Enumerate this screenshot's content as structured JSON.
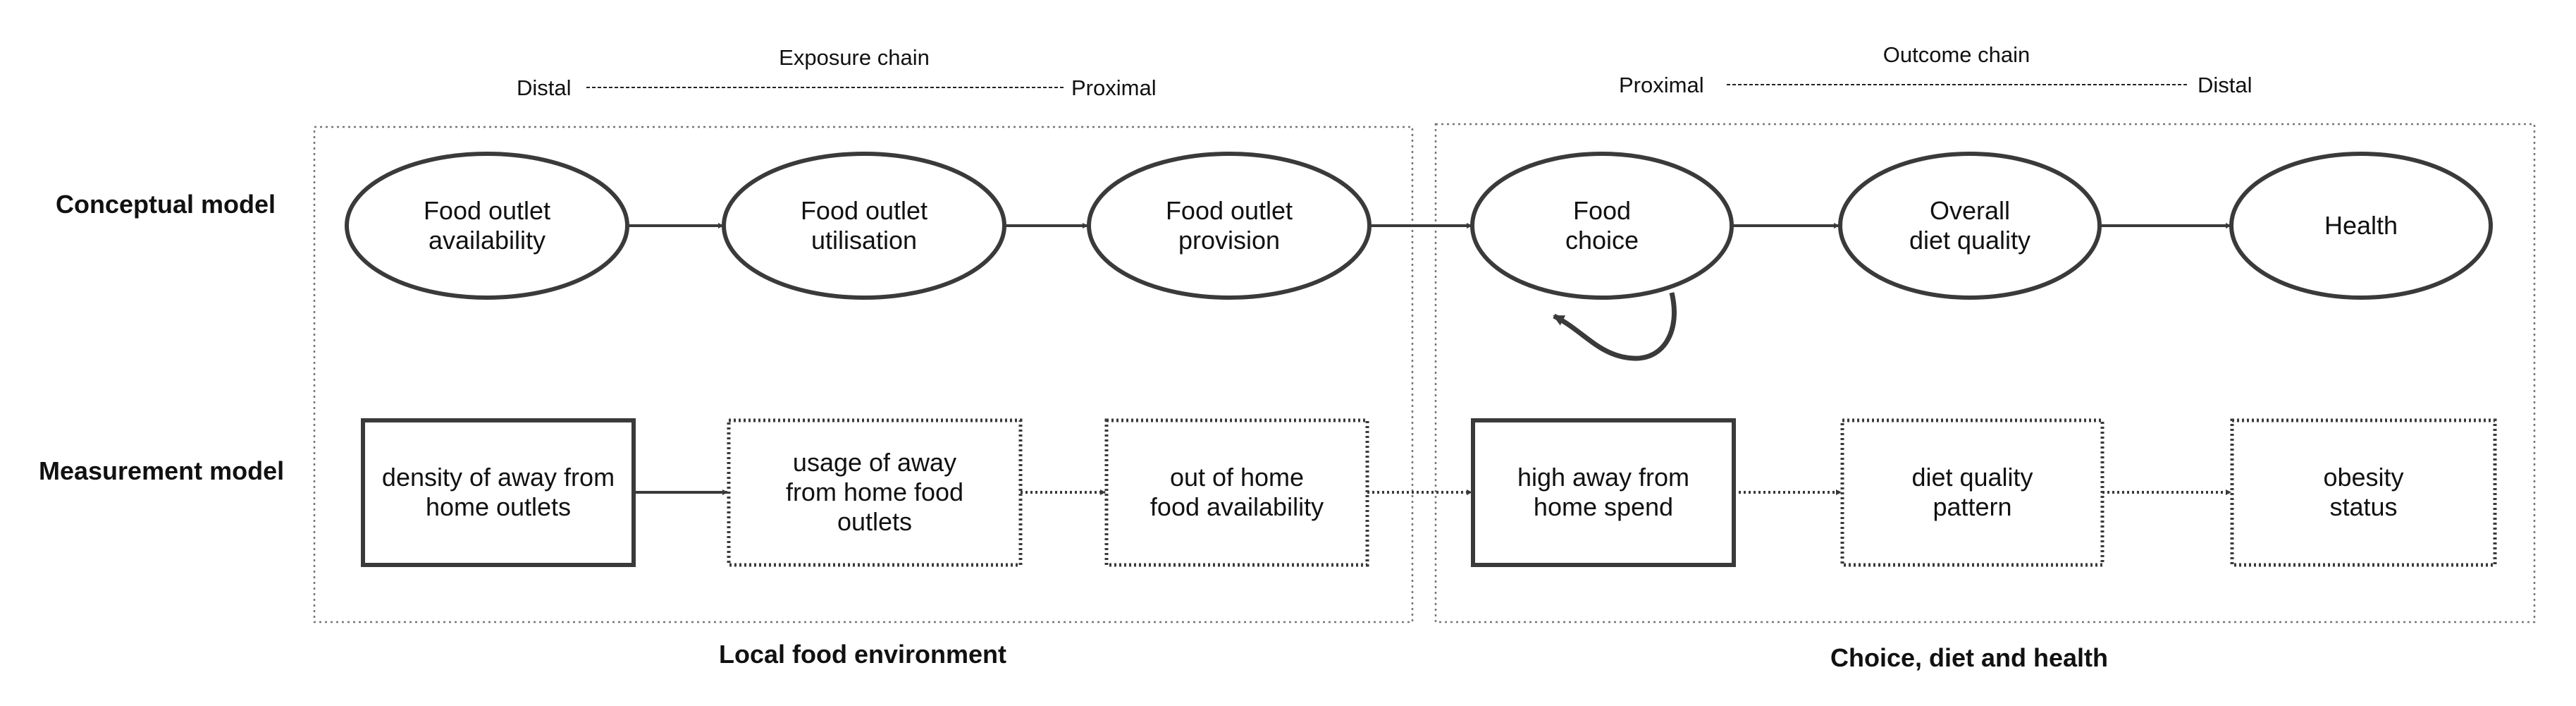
{
  "exposure_chain": {
    "title": "Exposure chain",
    "left": "Distal",
    "right": "Proximal"
  },
  "outcome_chain": {
    "title": "Outcome chain",
    "left": "Proximal",
    "right": "Distal"
  },
  "row_labels": {
    "conceptual": "Conceptual model",
    "measurement": "Measurement model"
  },
  "conceptual": [
    {
      "lines": [
        "Food outlet",
        "availability"
      ]
    },
    {
      "lines": [
        "Food outlet",
        "utilisation"
      ]
    },
    {
      "lines": [
        "Food outlet",
        "provision"
      ]
    },
    {
      "lines": [
        "Food",
        "choice"
      ]
    },
    {
      "lines": [
        "Overall",
        "diet quality"
      ]
    },
    {
      "lines": [
        "Health"
      ]
    }
  ],
  "measurement": [
    {
      "lines": [
        "density of away from",
        "home outlets"
      ],
      "style": "solid"
    },
    {
      "lines": [
        "usage of away",
        "from home food",
        "outlets"
      ],
      "style": "dotted"
    },
    {
      "lines": [
        "out of home",
        "food availability"
      ],
      "style": "dotted"
    },
    {
      "lines": [
        "high away from",
        "home spend"
      ],
      "style": "solid"
    },
    {
      "lines": [
        "diet quality",
        "pattern"
      ],
      "style": "dotted"
    },
    {
      "lines": [
        "obesity",
        "status"
      ],
      "style": "dotted"
    }
  ],
  "regions": {
    "left": "Local food environment",
    "right": "Choice, diet and health"
  }
}
